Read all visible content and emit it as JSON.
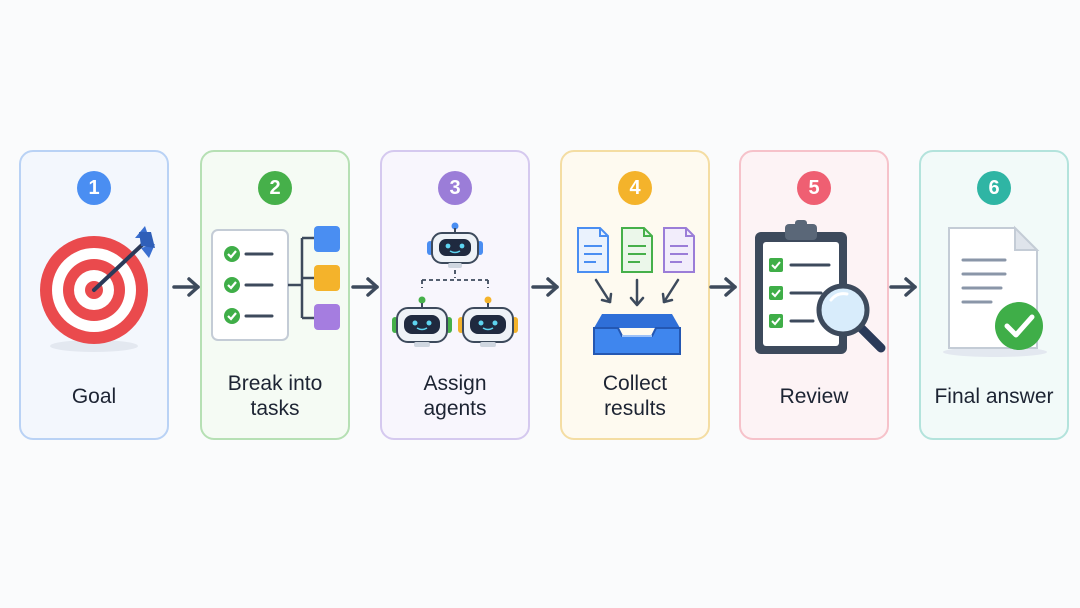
{
  "steps": [
    {
      "number": "1",
      "label": "Goal",
      "color": "#4a8ef2",
      "border": "#b9d2f5",
      "bg": "#f3f7fd"
    },
    {
      "number": "2",
      "label": "Break into tasks",
      "color": "#46b04a",
      "border": "#b6e0b4",
      "bg": "#f5fbf4"
    },
    {
      "number": "3",
      "label": "Assign agents",
      "color": "#9b7dd8",
      "border": "#d5c9ef",
      "bg": "#f8f6fd"
    },
    {
      "number": "4",
      "label": "Collect results",
      "color": "#f4b32b",
      "border": "#f4dda3",
      "bg": "#fefaf0"
    },
    {
      "number": "5",
      "label": "Review",
      "color": "#ef5f72",
      "border": "#f6c2ca",
      "bg": "#fdf3f5"
    },
    {
      "number": "6",
      "label": "Final answer",
      "color": "#2fb5a4",
      "border": "#b3e3dc",
      "bg": "#f2faf9"
    }
  ],
  "icons": [
    "target-icon",
    "task-list-icon",
    "robot-agents-icon",
    "inbox-tray-icon",
    "clipboard-magnifier-icon",
    "document-check-icon"
  ]
}
